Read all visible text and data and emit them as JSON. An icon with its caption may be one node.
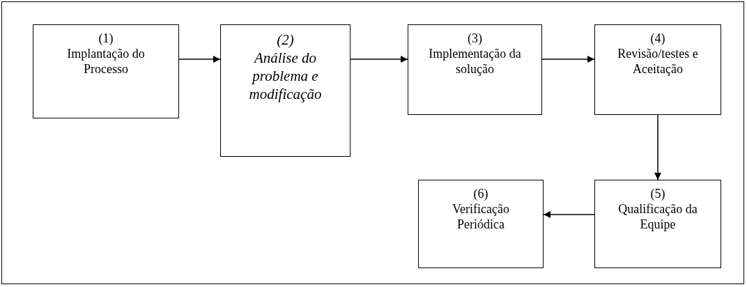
{
  "diagram": {
    "nodes": [
      {
        "text": [
          "(1)",
          "Implantação do Processo"
        ]
      },
      {
        "text": [
          "(2)",
          "Análise do problema e modificação"
        ]
      },
      {
        "text": [
          "(3)",
          "Implementação da solução"
        ]
      },
      {
        "text": [
          "(4)",
          "Revisão/testes e Aceitação"
        ]
      },
      {
        "text": [
          "(5)",
          "Qualificação da Equipe"
        ]
      },
      {
        "text": [
          "(6)",
          "Verificação Periódica"
        ]
      }
    ],
    "edges": [
      {
        "from": 0,
        "to": 1,
        "arrow": "to"
      },
      {
        "from": 1,
        "to": 2,
        "arrow": "to"
      },
      {
        "from": 2,
        "to": 3,
        "arrow": "to"
      },
      {
        "from": 3,
        "to": 4,
        "arrow": "to"
      },
      {
        "from": 4,
        "to": 5,
        "arrow": "to"
      }
    ]
  }
}
